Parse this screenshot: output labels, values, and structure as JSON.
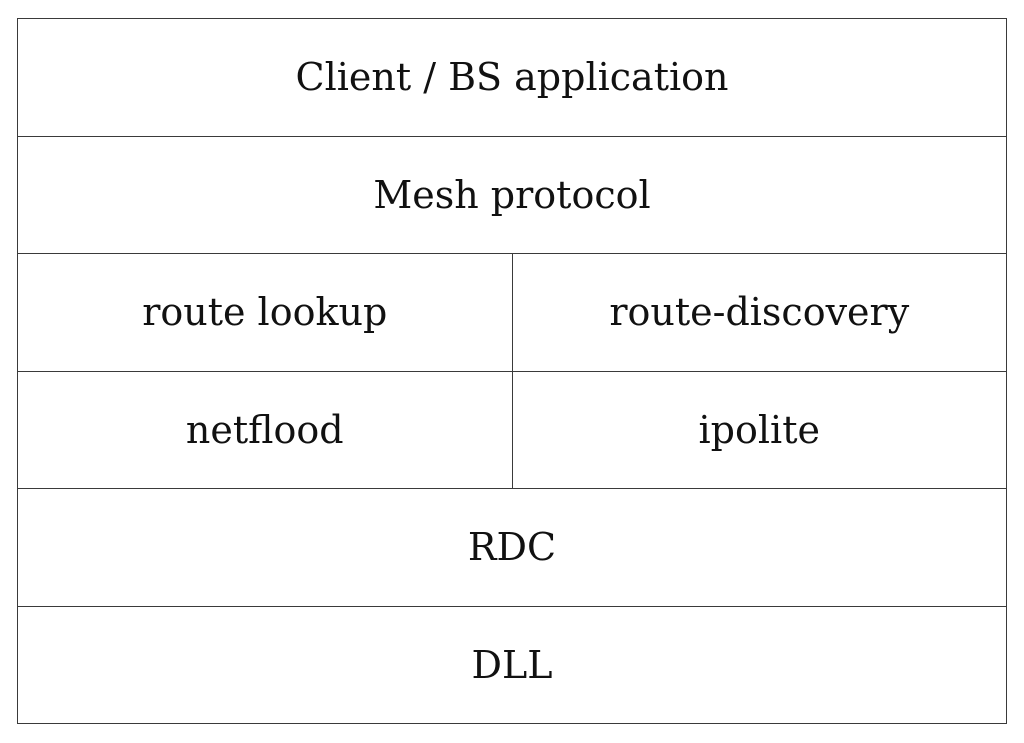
{
  "layers": {
    "application": "Client / BS application",
    "mesh": "Mesh protocol",
    "route_lookup": "route lookup",
    "route_discovery": "route-discovery",
    "netflood": "netflood",
    "ipolite": "ipolite",
    "rdc": "RDC",
    "dll": "DLL"
  }
}
